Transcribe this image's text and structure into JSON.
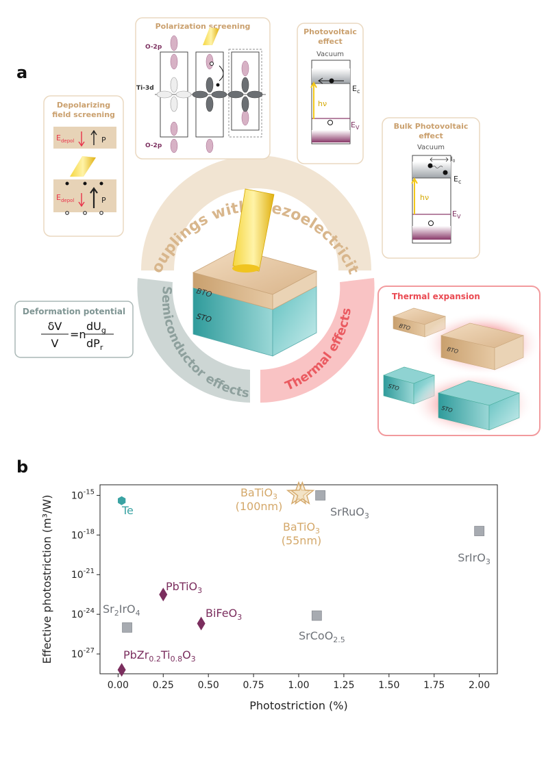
{
  "panel_a": {
    "letter": "a",
    "ring": {
      "top_label": "Couplings with piezoelectricity",
      "left_label": "Semiconductor effects",
      "right_label": "Thermal effects"
    },
    "crystal": {
      "top_layer": "BTO",
      "bottom_layer": "STO"
    },
    "depolarizing": {
      "title_line1": "Depolarizing",
      "title_line2": "field screening",
      "e_label": "E",
      "e_sub": "depol",
      "p_label": "P"
    },
    "polarization": {
      "title": "Polarization screening",
      "o2p_top": "O-2p",
      "o2p_bottom": "O-2p",
      "ti3d": "Ti-3d"
    },
    "photovoltaic": {
      "title_line1": "Photovoltaic",
      "title_line2": "effect",
      "vacuum": "Vacuum",
      "ec": "E",
      "ec_sub": "c",
      "ev": "E",
      "ev_sub": "V",
      "hv": "hν"
    },
    "bulk_pv": {
      "title_line1": "Bulk Photovoltaic",
      "title_line2": "effect",
      "vacuum": "Vacuum",
      "io": "I",
      "io_sub": "0",
      "ec": "E",
      "ec_sub": "c",
      "ev": "E",
      "ev_sub": "V",
      "hv": "hν"
    },
    "deformation": {
      "title": "Deformation potential",
      "num_left": "δV",
      "den_left": "V",
      "eq": "=n",
      "num_right_main": "dU",
      "num_right_sub": "g",
      "den_right_main": "dP",
      "den_right_sub": "r"
    },
    "thermal_expansion": {
      "title": "Thermal expansion",
      "bto": "BTO",
      "sto": "STO"
    }
  },
  "panel_b": {
    "letter": "b",
    "chart_data": {
      "type": "scatter",
      "xlabel": "Photostriction (%)",
      "ylabel": "Effective photostriction (m³/W)",
      "xlim": [
        -0.1,
        2.1
      ],
      "x_ticks": [
        "0.00",
        "0.25",
        "0.50",
        "0.75",
        "1.00",
        "1.25",
        "1.50",
        "1.75",
        "2.00"
      ],
      "x_tick_values": [
        0,
        0.25,
        0.5,
        0.75,
        1.0,
        1.25,
        1.5,
        1.75,
        2.0
      ],
      "y_scale": "log",
      "ylim_exponent": [
        -28.5,
        -14.2
      ],
      "y_tick_exponents": [
        -15,
        -18,
        -21,
        -24,
        -27
      ],
      "y_tick_base": "10",
      "grid": false,
      "legend": "none",
      "points": [
        {
          "label": "Te",
          "x": 0.02,
          "log10_y": -15.4,
          "marker": "hexagon",
          "color": "#3aa3a3"
        },
        {
          "label": "BaTiO3 (100nm)",
          "x": 1.0,
          "log10_y": -14.9,
          "marker": "star",
          "color": "#d4a86a"
        },
        {
          "label": "BaTiO3 (55nm)",
          "x": 1.02,
          "log10_y": -14.9,
          "marker": "star",
          "color": "#d4a86a"
        },
        {
          "label": "SrRuO3",
          "x": 1.12,
          "log10_y": -15.0,
          "marker": "square",
          "color": "#a7abb1"
        },
        {
          "label": "SrIrO3",
          "x": 2.0,
          "log10_y": -17.7,
          "marker": "square",
          "color": "#a7abb1"
        },
        {
          "label": "PbTiO3",
          "x": 0.25,
          "log10_y": -22.5,
          "marker": "diamond",
          "color": "#7b2e5e"
        },
        {
          "label": "BiFeO3",
          "x": 0.46,
          "log10_y": -24.7,
          "marker": "diamond",
          "color": "#7b2e5e"
        },
        {
          "label": "Sr2IrO4",
          "x": 0.05,
          "log10_y": -25.0,
          "marker": "square",
          "color": "#a7abb1"
        },
        {
          "label": "SrCoO2.5",
          "x": 1.1,
          "log10_y": -24.1,
          "marker": "square",
          "color": "#a7abb1"
        },
        {
          "label": "PbZr0.2Ti0.8O3",
          "x": 0.02,
          "log10_y": -28.2,
          "marker": "diamond",
          "color": "#7b2e5e"
        }
      ],
      "annotations": [
        {
          "main": "Te",
          "color": "#3aa3a3"
        },
        {
          "main": "BaTiO",
          "sub": "3",
          "line2": "(100nm)",
          "color": "#d4a86a"
        },
        {
          "main": "BaTiO",
          "sub": "3",
          "line2": "(55nm)",
          "color": "#d4a86a"
        },
        {
          "main": "SrRuO",
          "sub": "3",
          "color": "#6e7278"
        },
        {
          "main": "SrIrO",
          "sub": "3",
          "color": "#6e7278"
        },
        {
          "main": "PbTiO",
          "sub": "3",
          "color": "#7b2e5e"
        },
        {
          "main": "BiFeO",
          "sub": "3",
          "color": "#7b2e5e"
        },
        {
          "main": "Sr",
          "sub": "2",
          "tail": "IrO",
          "sub2": "4",
          "color": "#6e7278"
        },
        {
          "main": "SrCoO",
          "sub": "2.5",
          "color": "#6e7278"
        },
        {
          "main": "PbZr",
          "sub": "0.2",
          "tail": "Ti",
          "sub2": "0.8",
          "tail2": "O",
          "sub3": "3",
          "color": "#7b2e5e"
        }
      ]
    }
  },
  "colors": {
    "tan": "#d9b98f",
    "tan_light": "#efe1cd",
    "teal": "#3aa3a3",
    "grey_green": "#c9d3d1",
    "pink": "#f7b3b5",
    "pink_border": "#f08f92",
    "red_text": "#e8474f",
    "magenta": "#8a3a6a",
    "yellow": "#f2c81a"
  }
}
